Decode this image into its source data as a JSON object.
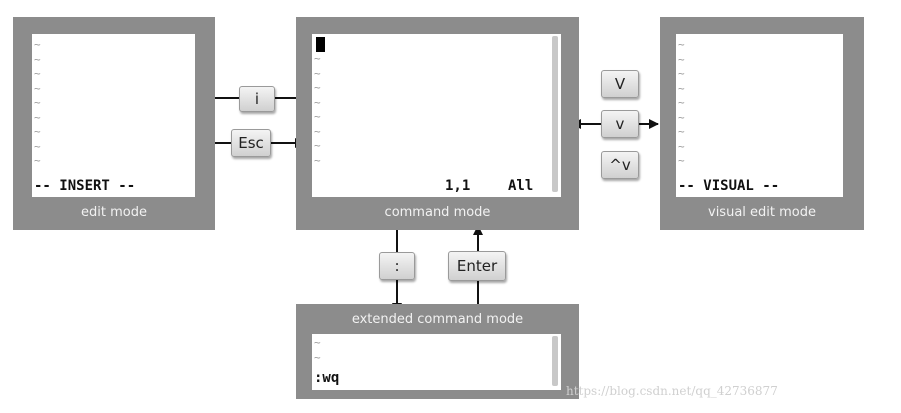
{
  "tilde": "~",
  "panels": {
    "edit": {
      "caption": "edit mode",
      "status": "-- INSERT --"
    },
    "command": {
      "caption": "command mode",
      "position": "1,1",
      "range": "All"
    },
    "visual": {
      "caption": "visual edit mode",
      "status": "-- VISUAL --"
    },
    "extended": {
      "caption": "extended command mode",
      "command": ":wq"
    }
  },
  "keys": {
    "insert": "i",
    "escape": "Esc",
    "visual_line": "V",
    "visual_char": "v",
    "visual_block": "^v",
    "colon": ":",
    "enter": "Enter"
  },
  "watermark": "https://blog.csdn.net/qq_42736877",
  "colors": {
    "panel": "#8c8c8c",
    "screen": "#ffffff",
    "key": "#e2e2e2"
  }
}
